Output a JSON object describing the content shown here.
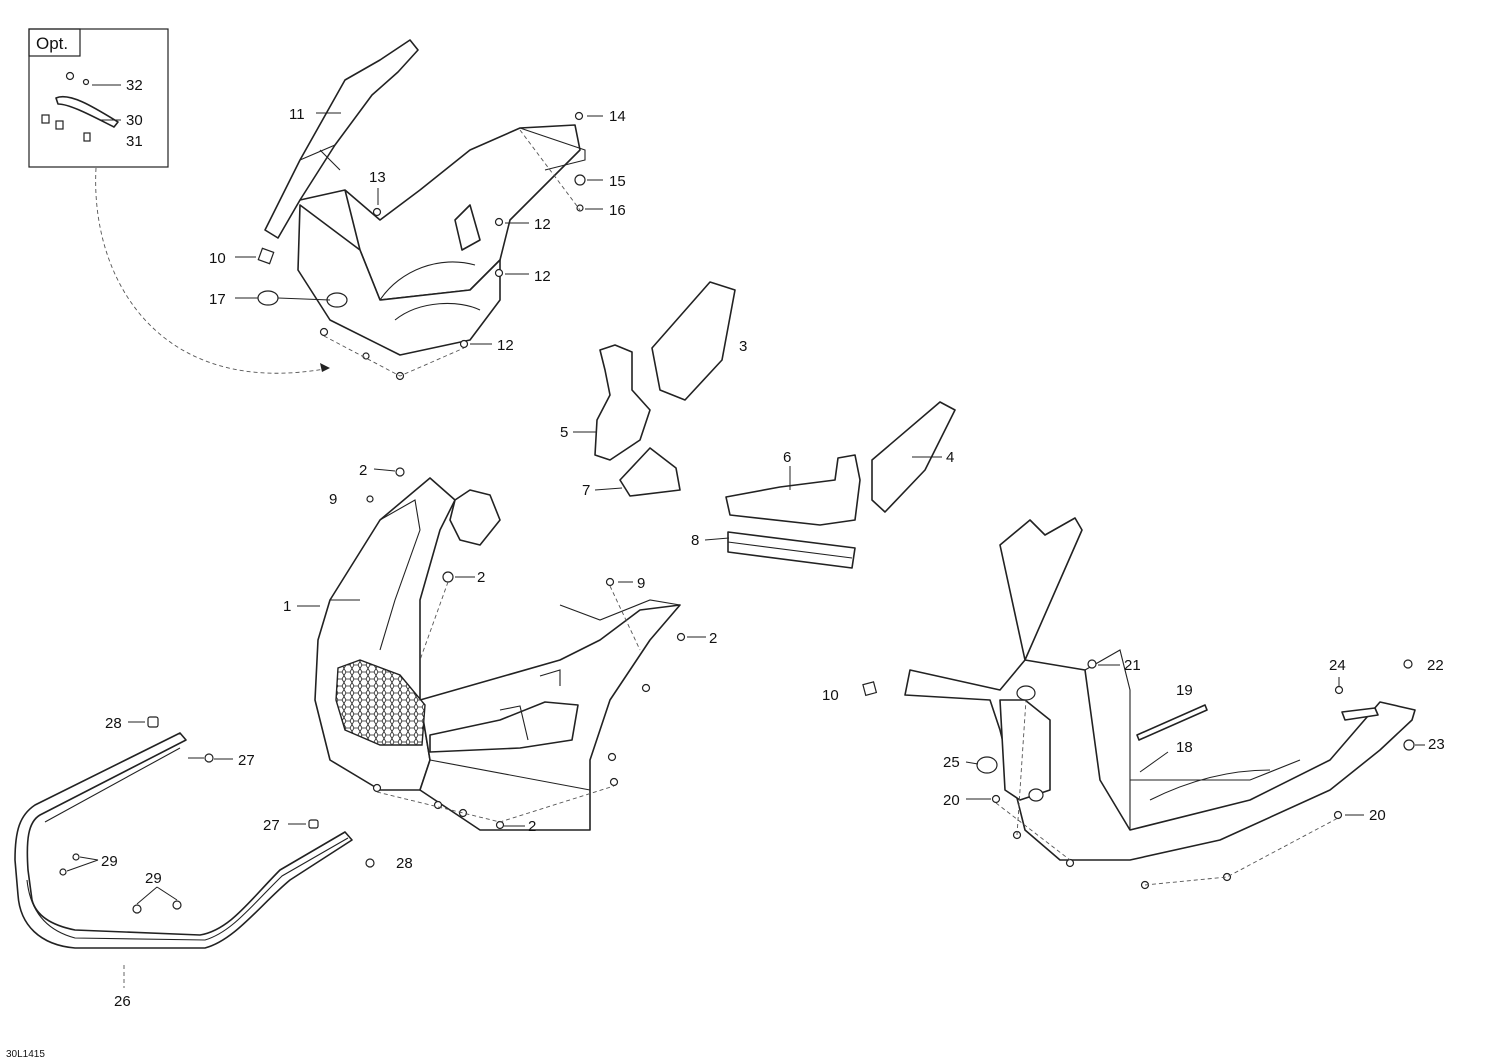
{
  "option_box": {
    "label": "Opt."
  },
  "drawing_code": "30L1415",
  "callouts": {
    "c1": "1",
    "c2a": "2",
    "c2b": "2",
    "c2c": "2",
    "c2d": "2",
    "c3": "3",
    "c4": "4",
    "c5": "5",
    "c6": "6",
    "c7": "7",
    "c8": "8",
    "c9a": "9",
    "c9b": "9",
    "c10a": "10",
    "c10b": "10",
    "c11": "11",
    "c12a": "12",
    "c12b": "12",
    "c12c": "12",
    "c13": "13",
    "c14": "14",
    "c15": "15",
    "c16": "16",
    "c17": "17",
    "c18": "18",
    "c19": "19",
    "c20a": "20",
    "c20b": "20",
    "c21": "21",
    "c22": "22",
    "c23": "23",
    "c24": "24",
    "c25": "25",
    "c26": "26",
    "c27a": "27",
    "c27b": "27",
    "c28a": "28",
    "c28b": "28",
    "c29a": "29",
    "c29b": "29",
    "c30": "30",
    "c31": "31",
    "c32": "32"
  }
}
